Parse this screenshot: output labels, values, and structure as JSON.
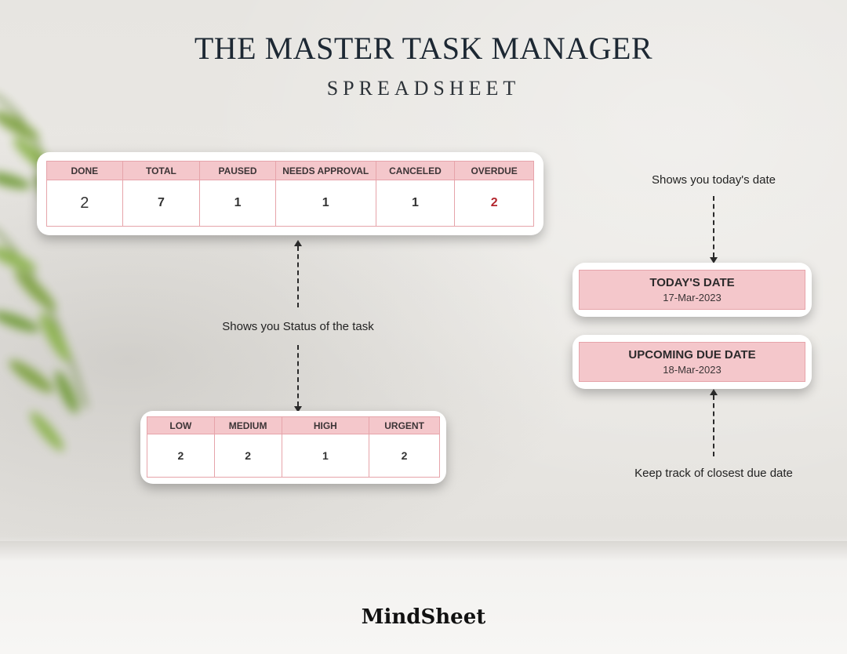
{
  "header": {
    "title": "THE MASTER TASK MANAGER",
    "subtitle": "SPREADSHEET"
  },
  "status_table": {
    "headers": [
      "DONE",
      "TOTAL",
      "PAUSED",
      "NEEDS APPROVAL",
      "CANCELED",
      "OVERDUE"
    ],
    "values": [
      "2",
      "7",
      "1",
      "1",
      "1",
      "2"
    ]
  },
  "priority_table": {
    "headers": [
      "LOW",
      "MEDIUM",
      "HIGH",
      "URGENT"
    ],
    "values": [
      "2",
      "2",
      "1",
      "2"
    ]
  },
  "today_card": {
    "label": "TODAY'S DATE",
    "value": "17-Mar-2023"
  },
  "upcoming_card": {
    "label": "UPCOMING DUE DATE",
    "value": "18-Mar-2023"
  },
  "notes": {
    "status": "Shows you Status of the task",
    "today": "Shows you today's date",
    "due": "Keep track of closest due date"
  },
  "brand": {
    "logo": "MindSheet"
  },
  "colors": {
    "header_pink": "#f4c7cb",
    "border_pink": "#e6a4aa",
    "overdue_red": "#b3262e"
  }
}
